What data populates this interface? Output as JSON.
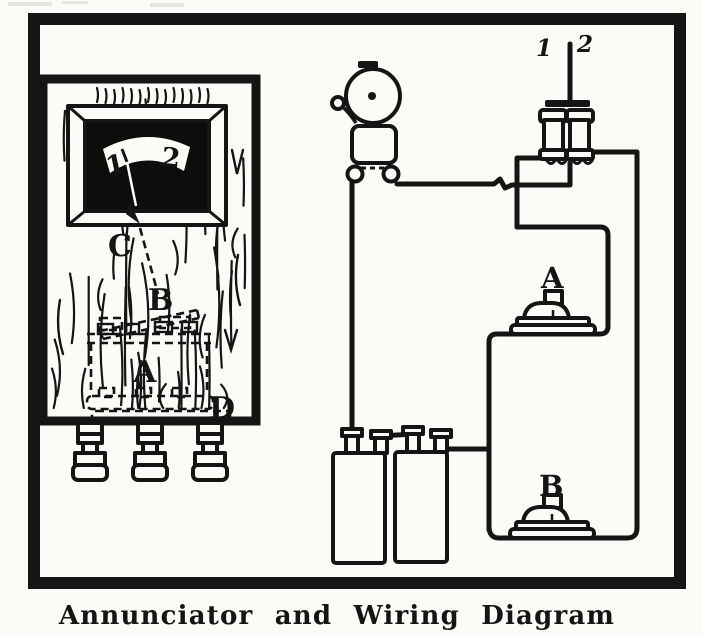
{
  "figure": {
    "caption": "Annunciator and Wiring Diagram",
    "annunciator_box": {
      "dial_numbers": [
        "1",
        "2"
      ],
      "part_labels": {
        "pointer": "C",
        "armature": "B",
        "magnet": "A",
        "base": "D"
      }
    },
    "wiring_diagram": {
      "line_labels": {
        "line_1": "1",
        "line_2": "2"
      },
      "push_buttons": {
        "a": "A",
        "b": "B"
      }
    },
    "colors": {
      "ink": "#151515",
      "paper": "#fcfbf8",
      "window_black": "#0e0d0b"
    }
  }
}
